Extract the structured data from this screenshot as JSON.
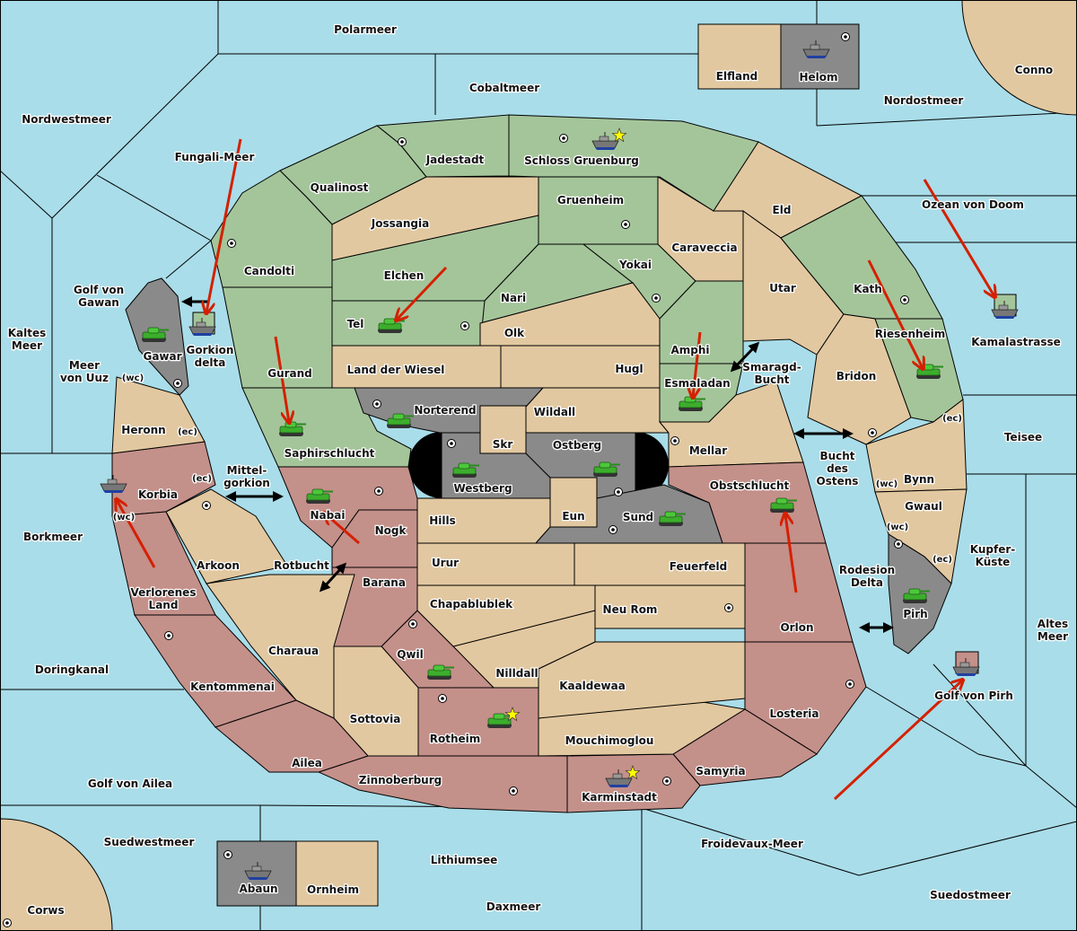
{
  "colors": {
    "sea": "#a9dde9",
    "neutral": "#e2c8a0",
    "green": "#a4c59a",
    "red": "#c4908a",
    "gray": "#8a8a8a",
    "order": "#d42000",
    "star": "#ffff00"
  },
  "territories": [
    {
      "name": "Polarmeer",
      "color": "sea"
    },
    {
      "name": "Cobaltmeer",
      "color": "sea"
    },
    {
      "name": "Elfland",
      "color": "neutral"
    },
    {
      "name": "Helom",
      "color": "gray"
    },
    {
      "name": "Conno",
      "color": "neutral"
    },
    {
      "name": "Nordostmeer",
      "color": "sea"
    },
    {
      "name": "Nordwestmeer",
      "color": "sea"
    },
    {
      "name": "Fungali-Meer",
      "color": "sea"
    },
    {
      "name": "Jadestadt",
      "color": "green"
    },
    {
      "name": "Schloss Gruenburg",
      "color": "green"
    },
    {
      "name": "Qualinost",
      "color": "green"
    },
    {
      "name": "Gruenheim",
      "color": "green"
    },
    {
      "name": "Eld",
      "color": "neutral"
    },
    {
      "name": "Ozean von Doom",
      "color": "sea"
    },
    {
      "name": "Jossangia",
      "color": "neutral"
    },
    {
      "name": "Caraveccia",
      "color": "neutral"
    },
    {
      "name": "Candolti",
      "color": "green"
    },
    {
      "name": "Elchen",
      "color": "green"
    },
    {
      "name": "Yokai",
      "color": "green"
    },
    {
      "name": "Utar",
      "color": "neutral"
    },
    {
      "name": "Kath",
      "color": "green"
    },
    {
      "name": "Nari",
      "color": "green"
    },
    {
      "name": "Golf von Gawan",
      "color": "sea"
    },
    {
      "name": "Tel",
      "color": "green"
    },
    {
      "name": "Olk",
      "color": "neutral"
    },
    {
      "name": "Kaltes Meer",
      "color": "sea"
    },
    {
      "name": "Riesenheim",
      "color": "green"
    },
    {
      "name": "Amphi",
      "color": "green"
    },
    {
      "name": "Kamalastrasse",
      "color": "green"
    },
    {
      "name": "Gawar",
      "color": "gray"
    },
    {
      "name": "Gorkion delta",
      "color": "green"
    },
    {
      "name": "Meer von Uuz",
      "color": "sea"
    },
    {
      "name": "Land der Wiesel",
      "color": "neutral"
    },
    {
      "name": "Hugl",
      "color": "neutral"
    },
    {
      "name": "Gurand",
      "color": "green"
    },
    {
      "name": "Smaragd-Bucht",
      "color": "sea"
    },
    {
      "name": "Bridon",
      "color": "neutral"
    },
    {
      "name": "Esmaladan",
      "color": "green"
    },
    {
      "name": "Norterend",
      "color": "gray"
    },
    {
      "name": "Wildall",
      "color": "neutral"
    },
    {
      "name": "Heronn",
      "color": "neutral"
    },
    {
      "name": "Teisee",
      "color": "sea"
    },
    {
      "name": "Skr",
      "color": "neutral"
    },
    {
      "name": "Ostberg",
      "color": "gray"
    },
    {
      "name": "Mellar",
      "color": "neutral"
    },
    {
      "name": "Saphirschlucht",
      "color": "green"
    },
    {
      "name": "Bucht des Ostens",
      "color": "sea"
    },
    {
      "name": "Mittel-gorkion",
      "color": "sea"
    },
    {
      "name": "Bynn",
      "color": "neutral"
    },
    {
      "name": "Korbia",
      "color": "red"
    },
    {
      "name": "Westberg",
      "color": "gray"
    },
    {
      "name": "Obstschlucht",
      "color": "red"
    },
    {
      "name": "Eun",
      "color": "neutral"
    },
    {
      "name": "Sund",
      "color": "gray"
    },
    {
      "name": "Nabai",
      "color": "red"
    },
    {
      "name": "Gwaul",
      "color": "neutral"
    },
    {
      "name": "Hills",
      "color": "neutral"
    },
    {
      "name": "Nogk",
      "color": "red"
    },
    {
      "name": "Borkmeer",
      "color": "sea"
    },
    {
      "name": "Kupfer-Küste",
      "color": "sea"
    },
    {
      "name": "Urur",
      "color": "neutral"
    },
    {
      "name": "Feuerfeld",
      "color": "neutral"
    },
    {
      "name": "Arkoon",
      "color": "neutral"
    },
    {
      "name": "Rotbucht",
      "color": "sea"
    },
    {
      "name": "Rodesion Delta",
      "color": "sea"
    },
    {
      "name": "Barana",
      "color": "red"
    },
    {
      "name": "Verlorenes Land",
      "color": "red"
    },
    {
      "name": "Chapablublek",
      "color": "neutral"
    },
    {
      "name": "Neu Rom",
      "color": "neutral"
    },
    {
      "name": "Pirh",
      "color": "gray"
    },
    {
      "name": "Orlon",
      "color": "red"
    },
    {
      "name": "Altes Meer",
      "color": "sea"
    },
    {
      "name": "Charaua",
      "color": "neutral"
    },
    {
      "name": "Qwil",
      "color": "red"
    },
    {
      "name": "Doringkanal",
      "color": "sea"
    },
    {
      "name": "Nilldall",
      "color": "neutral"
    },
    {
      "name": "Kaaldewaa",
      "color": "neutral"
    },
    {
      "name": "Kentommenai",
      "color": "red"
    },
    {
      "name": "Golf von Pirh",
      "color": "red"
    },
    {
      "name": "Losteria",
      "color": "red"
    },
    {
      "name": "Sottovia",
      "color": "neutral"
    },
    {
      "name": "Rotheim",
      "color": "red"
    },
    {
      "name": "Mouchimoglou",
      "color": "neutral"
    },
    {
      "name": "Ailea",
      "color": "red"
    },
    {
      "name": "Samyria",
      "color": "red"
    },
    {
      "name": "Zinnoberburg",
      "color": "red"
    },
    {
      "name": "Golf von Ailea",
      "color": "sea"
    },
    {
      "name": "Karminstadt",
      "color": "red"
    },
    {
      "name": "Suedwestmeer",
      "color": "sea"
    },
    {
      "name": "Froidevaux-Meer",
      "color": "sea"
    },
    {
      "name": "Lithiumsee",
      "color": "sea"
    },
    {
      "name": "Abaun",
      "color": "gray"
    },
    {
      "name": "Ornheim",
      "color": "neutral"
    },
    {
      "name": "Suedostmeer",
      "color": "sea"
    },
    {
      "name": "Daxmeer",
      "color": "sea"
    },
    {
      "name": "Corws",
      "color": "neutral"
    }
  ],
  "coast_tags": [
    "(wc)",
    "(ec)",
    "(ec)",
    "(ec)",
    "(wc)",
    "(wc)",
    "(wc)",
    "(ec)"
  ],
  "units": [
    {
      "type": "army",
      "territory": "Gawar"
    },
    {
      "type": "fleet",
      "territory": "Gorkion delta"
    },
    {
      "type": "army",
      "territory": "Tel"
    },
    {
      "type": "army",
      "territory": "Saphirschlucht"
    },
    {
      "type": "army",
      "territory": "Norterend"
    },
    {
      "type": "army",
      "territory": "Westberg"
    },
    {
      "type": "army",
      "territory": "Ostberg"
    },
    {
      "type": "army",
      "territory": "Sund"
    },
    {
      "type": "army",
      "territory": "Esmaladan"
    },
    {
      "type": "army",
      "territory": "Riesenheim"
    },
    {
      "type": "fleet",
      "territory": "Kamalastrasse"
    },
    {
      "type": "army",
      "territory": "Nabai"
    },
    {
      "type": "fleet",
      "territory": "Korbia"
    },
    {
      "type": "army",
      "territory": "Obstschlucht"
    },
    {
      "type": "army",
      "territory": "Pirh"
    },
    {
      "type": "fleet",
      "territory": "Golf von Pirh"
    },
    {
      "type": "army",
      "territory": "Qwil"
    },
    {
      "type": "army",
      "territory": "Rotheim"
    },
    {
      "type": "fleet",
      "territory": "Karminstadt"
    },
    {
      "type": "fleet",
      "territory": "Schloss Gruenburg"
    },
    {
      "type": "fleet",
      "territory": "Helom"
    },
    {
      "type": "fleet",
      "territory": "Abaun"
    }
  ],
  "stars": [
    "Schloss Gruenburg",
    "Rotheim",
    "Karminstadt"
  ],
  "supply_centers": [
    "Jadestadt",
    "Schloss Gruenburg",
    "Gruenheim",
    "Candolti",
    "Tel",
    "Yokai",
    "Kath",
    "Gawar",
    "Norterend",
    "Westberg",
    "Ostberg",
    "Mellar",
    "Sund",
    "Nabai",
    "Korbia",
    "Bridon",
    "Pirh",
    "Qwil",
    "Rotheim",
    "Neu Rom",
    "Losteria",
    "Zinnoberburg",
    "Karminstadt",
    "Kentommenai",
    "Helom",
    "Abaun",
    "Corws"
  ],
  "orders": [
    {
      "from": "Fungali-Meer",
      "to": "Gorkion delta"
    },
    {
      "from": "Elchen",
      "to": "Tel"
    },
    {
      "from": "Gurand",
      "to": "Saphirschlucht"
    },
    {
      "from": "Amphi",
      "to": "Esmaladan"
    },
    {
      "from": "Kath",
      "to": "Riesenheim"
    },
    {
      "from": "Ozean von Doom",
      "to": "Kamalastrasse"
    },
    {
      "from": "Verlorenes Land",
      "to": "Korbia"
    },
    {
      "from": "Nogk",
      "to": "Nabai"
    },
    {
      "from": "Orlon",
      "to": "Obstschlucht"
    },
    {
      "from": "Suedostmeer",
      "to": "Golf von Pirh"
    }
  ]
}
